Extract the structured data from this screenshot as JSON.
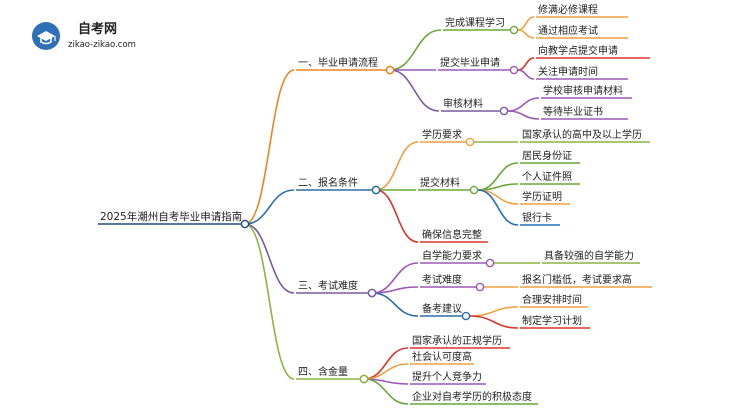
{
  "logo": {
    "name": "自考网",
    "url": "zikao-zikao.com"
  },
  "colors": {
    "root": "#1e4d78",
    "branch1": "#e8861f",
    "branch1_leaf": "#d94f1e",
    "branch2": "#2b6fa8",
    "branch3": "#7a5aa0",
    "branch4": "#8bb440",
    "green": "#6aa83a",
    "red": "#d9372b",
    "purple": "#9b59b6",
    "orange": "#f0a040",
    "blue": "#1f6fbf"
  },
  "mindmap": {
    "root": "2025年潮州自考毕业申请指南",
    "branches": [
      {
        "label": "一、毕业申请流程",
        "children": [
          {
            "label": "完成课程学习",
            "children": [
              "修满必修课程",
              "通过相应考试"
            ]
          },
          {
            "label": "提交毕业申请",
            "children": [
              "向教学点提交申请",
              "关注申请时间"
            ]
          },
          {
            "label": "审核材料",
            "children": [
              "学校审核申请材料",
              "等待毕业证书"
            ]
          }
        ]
      },
      {
        "label": "二、报名条件",
        "children": [
          {
            "label": "学历要求",
            "children": [
              "国家承认的高中及以上学历"
            ]
          },
          {
            "label": "提交材料",
            "children": [
              "居民身份证",
              "个人证件照",
              "学历证明",
              "银行卡"
            ]
          },
          {
            "label": "确保信息完整",
            "children": []
          }
        ]
      },
      {
        "label": "三、考试难度",
        "children": [
          {
            "label": "自学能力要求",
            "children": [
              "具备较强的自学能力"
            ]
          },
          {
            "label": "考试难度",
            "children": [
              "报名门槛低，考试要求高"
            ]
          },
          {
            "label": "备考建议",
            "children": [
              "合理安排时间",
              "制定学习计划"
            ]
          }
        ]
      },
      {
        "label": "四、含金量",
        "children": [
          {
            "label": "国家承认的正规学历",
            "children": []
          },
          {
            "label": "社会认可度高",
            "children": []
          },
          {
            "label": "提升个人竞争力",
            "children": []
          },
          {
            "label": "企业对自考学历的积极态度",
            "children": []
          }
        ]
      }
    ]
  }
}
